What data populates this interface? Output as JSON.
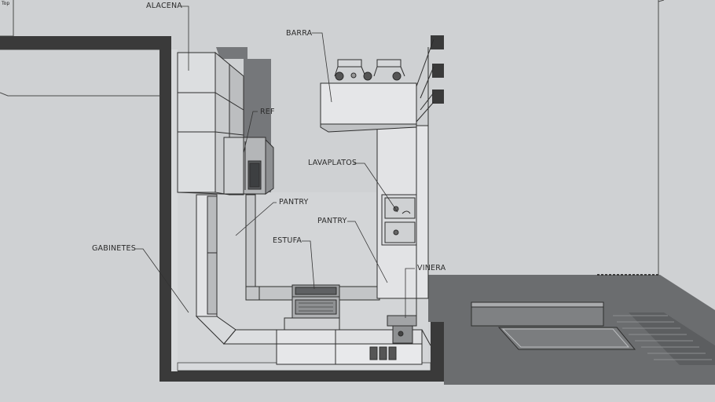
{
  "view_label": "Top",
  "labels": {
    "alacena": "ALACENA",
    "barra": "BARRA",
    "ref": "REF",
    "lavaplatos": "LAVAPLATOS",
    "pantry_left": "PANTRY",
    "pantry_right": "PANTRY",
    "estufa": "ESTUFA",
    "gabinetes": "GABINETES",
    "vinera": "VINERA"
  },
  "colors": {
    "background": "#cfd1d3",
    "wall": "#3a3a3a",
    "shadow": "#77797b",
    "floor": "#6e7072",
    "cabinet": "#d6d8da",
    "line": "#2e2e2e"
  }
}
